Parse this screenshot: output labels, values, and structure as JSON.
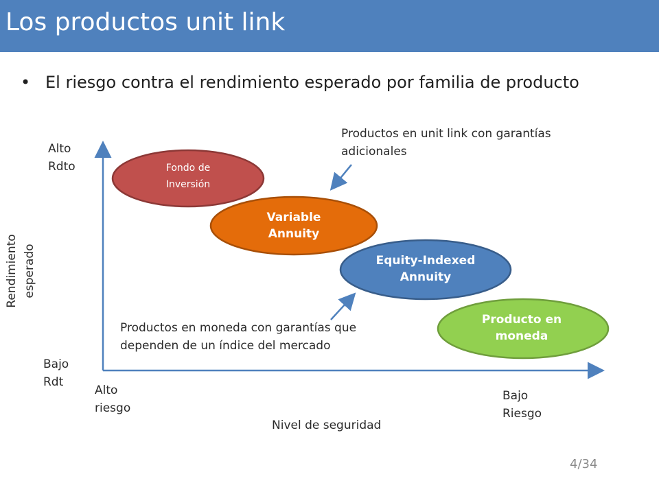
{
  "title": "Los productos unit link",
  "bullet": "El riesgo contra el rendimiento esperado por familia de producto",
  "y_axis": {
    "top_label_line1": "Alto",
    "top_label_line2": "Rdto",
    "bottom_label_line1": "Bajo",
    "bottom_label_line2": "Rdt",
    "title_line1": "Rendimiento",
    "title_line2": "esperado"
  },
  "x_axis": {
    "left_label_line1": "Alto",
    "left_label_line2": "riesgo",
    "right_label_line1": "Bajo",
    "right_label_line2": "Riesgo",
    "title": "Nivel de seguridad"
  },
  "products": [
    {
      "line1": "Fondo de",
      "line2": "Inversión",
      "color": "#c0504d"
    },
    {
      "line1": "Variable",
      "line2": "Annuity",
      "color": "#e46c0a"
    },
    {
      "line1": "Equity-Indexed",
      "line2": "Annuity",
      "color": "#4f81bd"
    },
    {
      "line1": "Producto en",
      "line2": "moneda",
      "color": "#92d050"
    }
  ],
  "annotations": {
    "top_line1": "Productos en unit link con garantías",
    "top_line2": "adicionales",
    "bottom_line1": "Productos en moneda con garantías que",
    "bottom_line2": "dependen de un índice del mercado"
  },
  "page_number": "4/34",
  "colors": {
    "header": "#4f81bd",
    "axis": "#4f81bd"
  }
}
